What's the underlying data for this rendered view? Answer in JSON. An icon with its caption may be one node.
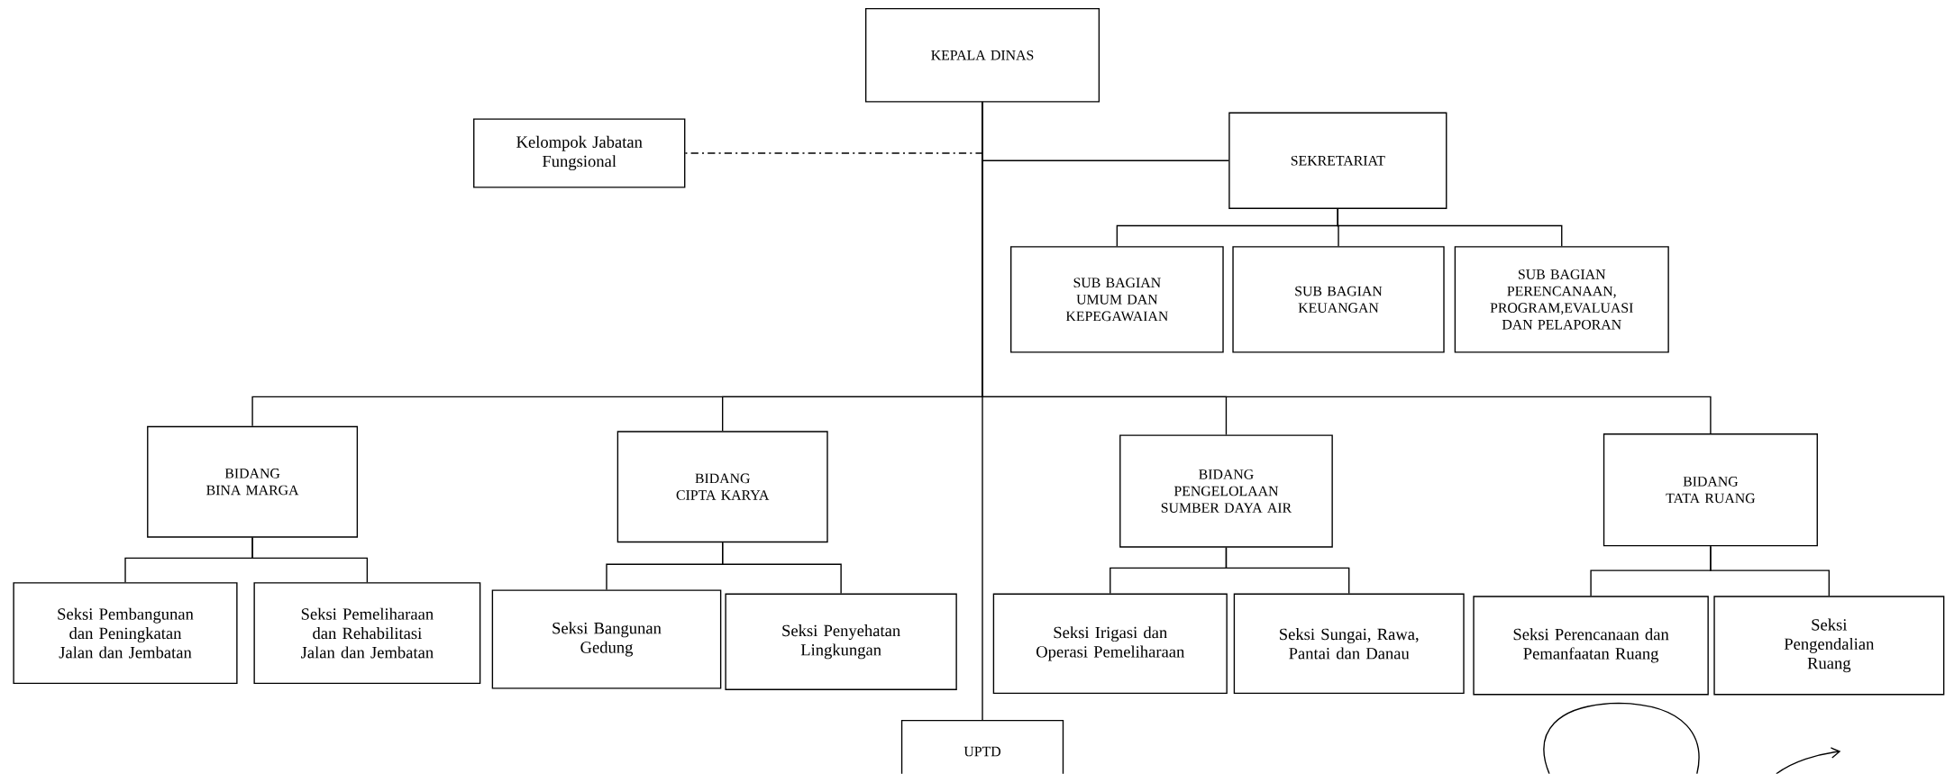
{
  "diagram": {
    "nodes": [
      {
        "text": [
          "KEPALA DINAS"
        ]
      },
      {
        "text": [
          "Kelompok Jabatan Fungsional"
        ]
      },
      {
        "text": [
          "SEKRETARIAT"
        ]
      },
      {
        "text": [
          "SUB BAGIAN UMUM DAN KEPEGAWAIAN"
        ]
      },
      {
        "text": [
          "SUB BAGIAN KEUANGAN"
        ]
      },
      {
        "text": [
          "SUB BAGIAN PERENCANAAN, PROGRAM,EVALUASI DAN PELAPORAN"
        ]
      },
      {
        "text": [
          "BIDANG BINA MARGA"
        ]
      },
      {
        "text": [
          "BIDANG CIPTA KARYA"
        ]
      },
      {
        "text": [
          "BIDANG PENGELOLAAN SUMBER DAYA AIR"
        ]
      },
      {
        "text": [
          "BIDANG TATA RUANG"
        ]
      },
      {
        "text": [
          "Seksi Pembangunan dan Peningkatan Jalan dan Jembatan"
        ]
      },
      {
        "text": [
          "Seksi Pemeliharaan dan Rehabilitasi Jalan dan Jembatan"
        ]
      },
      {
        "text": [
          "Seksi Bangunan Gedung"
        ]
      },
      {
        "text": [
          "Seksi Penyehatan Lingkungan"
        ]
      },
      {
        "text": [
          "Seksi Irigasi dan Operasi Pemeliharaan"
        ]
      },
      {
        "text": [
          "Seksi Sungai, Rawa, Pantai dan Danau"
        ]
      },
      {
        "text": [
          "Seksi Perencanaan dan Pemanfaatan Ruang"
        ]
      },
      {
        "text": [
          "Seksi Pengendalian Ruang"
        ]
      },
      {
        "text": [
          "UPTD"
        ]
      }
    ],
    "edges": [
      {
        "from": 0,
        "to": 1,
        "arrow": "none",
        "style": "dashed"
      },
      {
        "from": 0,
        "to": 2,
        "arrow": "none"
      },
      {
        "from": 2,
        "to": 3,
        "arrow": "none"
      },
      {
        "from": 2,
        "to": 4,
        "arrow": "none"
      },
      {
        "from": 2,
        "to": 5,
        "arrow": "none"
      },
      {
        "from": 0,
        "to": 6,
        "arrow": "none"
      },
      {
        "from": 0,
        "to": 7,
        "arrow": "none"
      },
      {
        "from": 0,
        "to": 8,
        "arrow": "none"
      },
      {
        "from": 0,
        "to": 9,
        "arrow": "none"
      },
      {
        "from": 6,
        "to": 10,
        "arrow": "none"
      },
      {
        "from": 6,
        "to": 11,
        "arrow": "none"
      },
      {
        "from": 7,
        "to": 12,
        "arrow": "none"
      },
      {
        "from": 7,
        "to": 13,
        "arrow": "none"
      },
      {
        "from": 8,
        "to": 14,
        "arrow": "none"
      },
      {
        "from": 8,
        "to": 15,
        "arrow": "none"
      },
      {
        "from": 9,
        "to": 16,
        "arrow": "none"
      },
      {
        "from": 9,
        "to": 17,
        "arrow": "none"
      },
      {
        "from": 0,
        "to": 18,
        "arrow": "none"
      }
    ]
  }
}
